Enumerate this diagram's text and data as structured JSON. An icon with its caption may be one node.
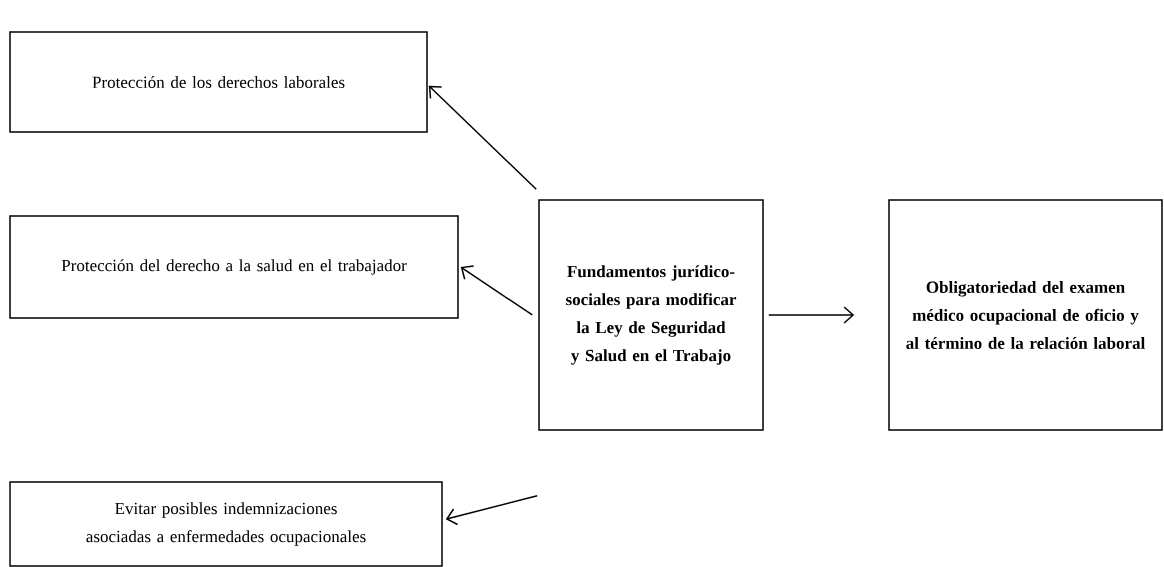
{
  "diagram": {
    "nodes": [
      {
        "text": [
          "Protección de los derechos laborales"
        ]
      },
      {
        "text": [
          "Protección del derecho a la salud en el trabajador"
        ]
      },
      {
        "text": [
          "Fundamentos jurídico-sociales para modificar la Ley de Seguridad y Salud en el Trabajo"
        ]
      },
      {
        "text": [
          "Obligatoriedad del examen médico ocupacional de oficio y al término de la relación laboral"
        ]
      },
      {
        "text": [
          "Evitar posibles indemnizaciones asociadas a enfermedades ocupacionales"
        ]
      }
    ],
    "edges": [
      {
        "from": 2,
        "to": 0,
        "arrow": "to"
      },
      {
        "from": 2,
        "to": 1,
        "arrow": "to"
      },
      {
        "from": 2,
        "to": 3,
        "arrow": "to"
      },
      {
        "from": 2,
        "to": 4,
        "arrow": "to"
      }
    ]
  }
}
